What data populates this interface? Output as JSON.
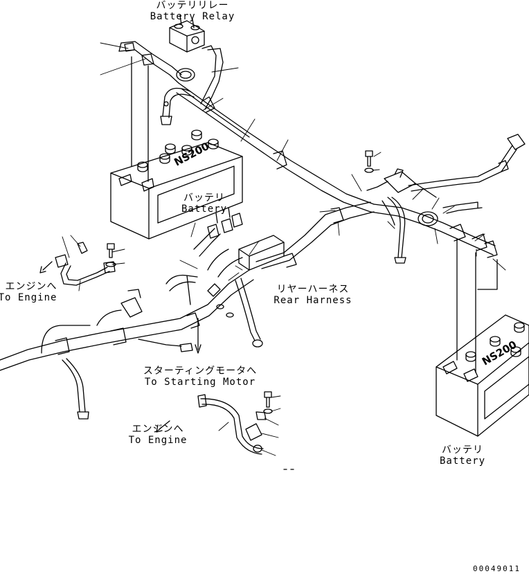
{
  "labels": {
    "battery_relay_jp": "バッテリリレー",
    "battery_relay_en": "Battery Relay",
    "battery_top_jp": "バッテリ",
    "battery_top_en": "Battery",
    "battery_right_jp": "バッテリ",
    "battery_right_en": "Battery",
    "engine_left_jp": "エンジンへ",
    "engine_left_en": "To Engine",
    "engine_bottom_jp": "エンジンへ",
    "engine_bottom_en": "To Engine",
    "rear_harness_jp": "リヤーハーネス",
    "rear_harness_en": "Rear Harness",
    "starting_motor_jp": "スターティングモータへ",
    "starting_motor_en": "To Starting Motor",
    "battery_model": "NS200",
    "drawing_code": "00049011"
  }
}
